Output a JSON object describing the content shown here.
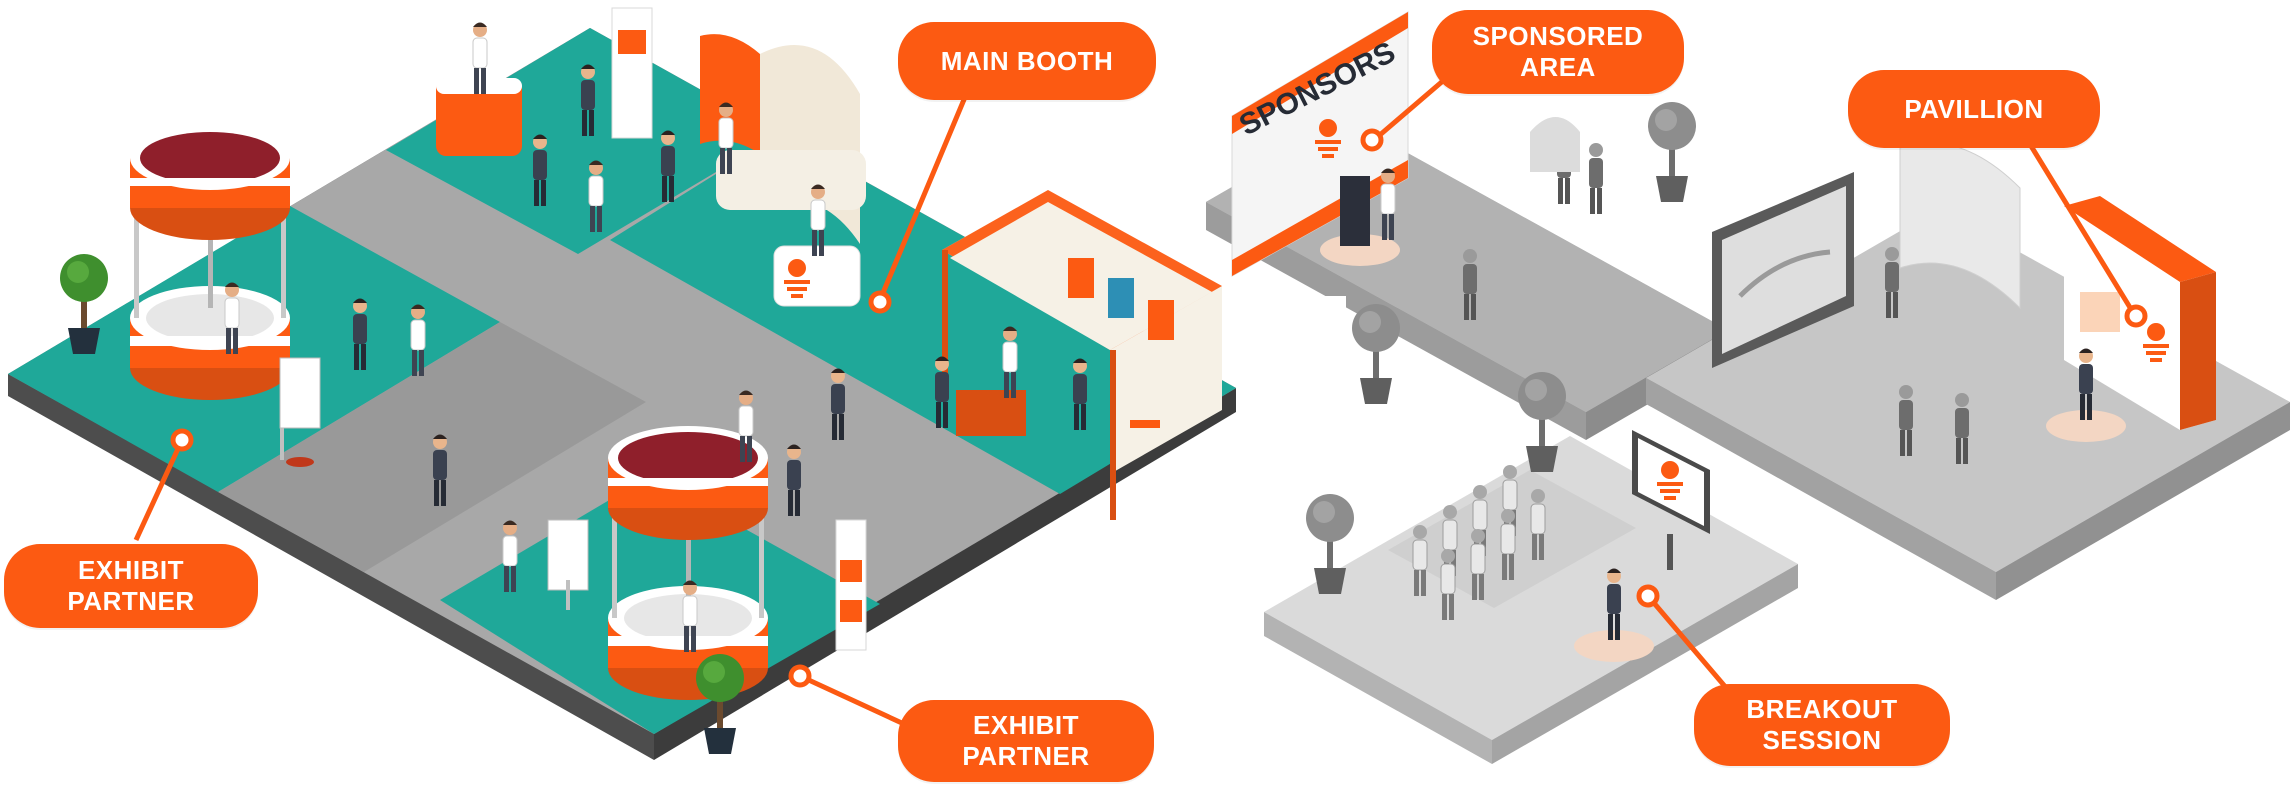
{
  "labels": {
    "main_booth": {
      "lines": [
        "MAIN BOOTH"
      ]
    },
    "sponsored_area": {
      "lines": [
        "SPONSORED",
        "AREA"
      ]
    },
    "pavillion": {
      "lines": [
        "PAVILLION"
      ]
    },
    "exhibit_partner_left": {
      "lines": [
        "EXHIBIT",
        "PARTNER"
      ]
    },
    "exhibit_partner_bottom": {
      "lines": [
        "EXHIBIT",
        "PARTNER"
      ]
    },
    "breakout_session": {
      "lines": [
        "BREAKOUT",
        "SESSION"
      ]
    }
  },
  "signage": {
    "sponsors_billboard": "SPONSORS"
  },
  "colors": {
    "accent_orange": "#fc5a12",
    "teal_floor": "#1fa899",
    "gray_floor": "#a7a7a7",
    "gray_platform": "#cbcbcb",
    "dark_red": "#8f1f2b"
  }
}
